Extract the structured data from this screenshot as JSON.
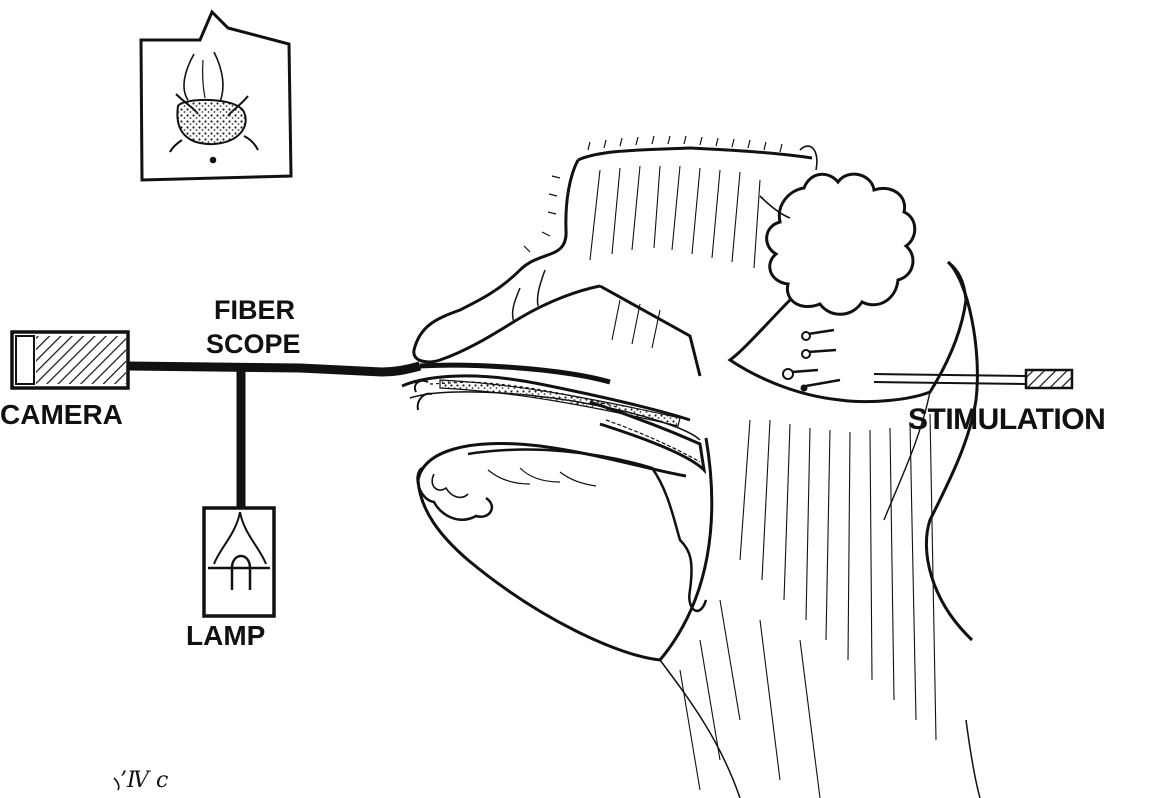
{
  "labels": {
    "fiber_scope_line1": "FIBER",
    "fiber_scope_line2": "SCOPE",
    "camera": "CAMERA",
    "lamp": "LAMP",
    "stimulation": "STIMULATION",
    "handwritten_mark": "’Ⅳ c"
  },
  "colors": {
    "ink": "#111111",
    "background": "#ffffff"
  },
  "icons": {
    "camera": "camera-icon",
    "lamp": "lamp-icon",
    "stimulator": "stimulator-icon",
    "inset_view": "larynx-view-inset"
  }
}
